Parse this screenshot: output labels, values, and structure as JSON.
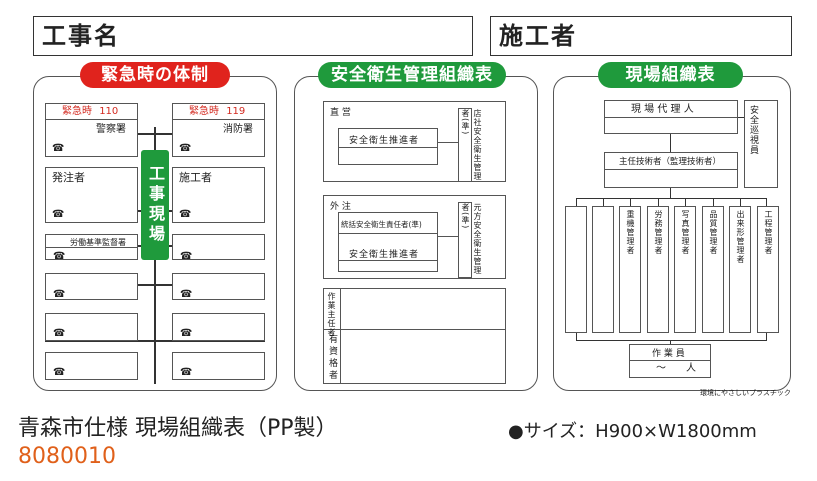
{
  "board": {
    "project_name_label": "工事名",
    "contractor_label": "施工者",
    "emergency": {
      "title": "緊急時の体制",
      "center_label": "工事現場",
      "boxes": [
        {
          "title": "緊急時",
          "number": "110",
          "name": "警察署"
        },
        {
          "title": "緊急時",
          "number": "119",
          "name": "消防署"
        },
        {
          "title": "発注者"
        },
        {
          "title": "施工者"
        },
        {
          "title": "労働基準監督署"
        }
      ],
      "phone_icon": "☎"
    },
    "safety": {
      "title": "安全衛生管理組織表",
      "direct_label": "直 営",
      "direct_role": "安全衛生推進者",
      "head_office_label": "店社安全衛生管理者(準)",
      "sub_label": "外 注",
      "sub_role_1": "統括安全衛生責任者(準)",
      "sub_role_2": "安全衛生推進者",
      "sub_side_label": "元方安全衛生管理者(準)",
      "work_leader_label": "作業主任者",
      "qualified_label": "有資格者"
    },
    "site_org": {
      "title": "現場組織表",
      "agent": "現 場 代 理 人",
      "patrol": "安全巡視員",
      "chief_engineer": "主任技術者（監理技術者）",
      "roles": [
        "重機管理者",
        "労務管理者",
        "写真管理者",
        "品質管理者",
        "出来形管理者",
        "工程管理者"
      ],
      "workers_label": "作 業 員",
      "workers_count": "〜　　人",
      "eco_note": "環境にやさしいプラスチック"
    }
  },
  "caption": {
    "product_name": "青森市仕様 現場組織表（PP製）",
    "product_code": "8080010",
    "size": "●サイズ：H900×W1800mm"
  }
}
